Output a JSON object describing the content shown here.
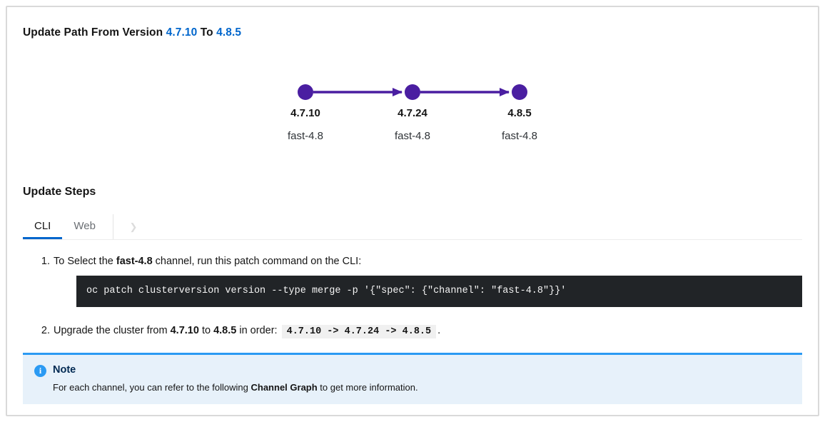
{
  "colors": {
    "accent": "#0066cc",
    "node_purple": "#4a1ea1",
    "code_bg": "#212427",
    "note_bg": "#e7f1fa",
    "note_border": "#2b9af3",
    "note_title": "#002952",
    "text_dark": "#151515",
    "text_gray": "#6a6e73"
  },
  "icons": {
    "info": "i",
    "chevron_right": "❯"
  },
  "title": {
    "prefix": "Update Path From Version ",
    "from_version": "4.7.10",
    "middle": " To ",
    "to_version": "4.8.5"
  },
  "graph": {
    "nodes": [
      {
        "version": "4.7.10",
        "channel": "fast-4.8"
      },
      {
        "version": "4.7.24",
        "channel": "fast-4.8"
      },
      {
        "version": "4.8.5",
        "channel": "fast-4.8"
      }
    ]
  },
  "steps_heading": "Update Steps",
  "tabs": {
    "items": [
      {
        "label": "CLI"
      },
      {
        "label": "Web"
      }
    ],
    "active_index": 0
  },
  "steps": [
    {
      "number": "1.",
      "before_bold": "To Select the ",
      "bold": "fast-4.8",
      "after_bold": " channel, run this patch command on the CLI:",
      "code": "oc patch clusterversion version --type merge -p '{\"spec\": {\"channel\": \"fast-4.8\"}}'"
    },
    {
      "number": "2.",
      "part1": "Upgrade the cluster from ",
      "bold1": "4.7.10",
      "part2": " to ",
      "bold2": "4.8.5",
      "part3": " in order: ",
      "inline_code": "4.7.10 -> 4.7.24 -> 4.8.5",
      "suffix": "."
    }
  ],
  "note": {
    "title": "Note",
    "body_part1": "For each channel, you can refer to the following ",
    "body_bold": "Channel Graph",
    "body_part2": " to get more information."
  }
}
